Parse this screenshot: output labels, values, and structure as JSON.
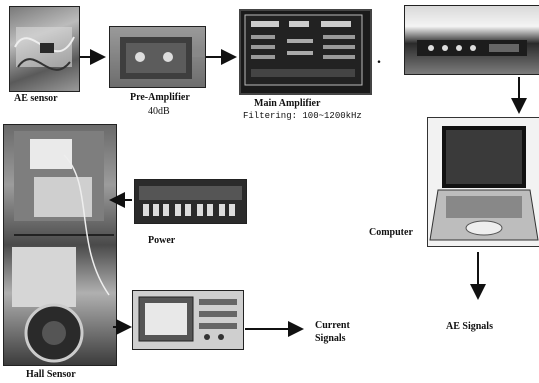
{
  "labels": {
    "ae_sensor": "AE sensor",
    "pre_amp": "Pre-Amplifier",
    "pre_amp_gain": "40dB",
    "main_amp": "Main Amplifier",
    "main_amp_filter": "Filtering: 100~1200kHz",
    "computer": "Computer",
    "power": "Power",
    "hall_sensor": "Hall Sensor",
    "current_signals_line1": "Current",
    "current_signals_line2": "Signals",
    "ae_signals": "AE Signals",
    "dot": "."
  }
}
